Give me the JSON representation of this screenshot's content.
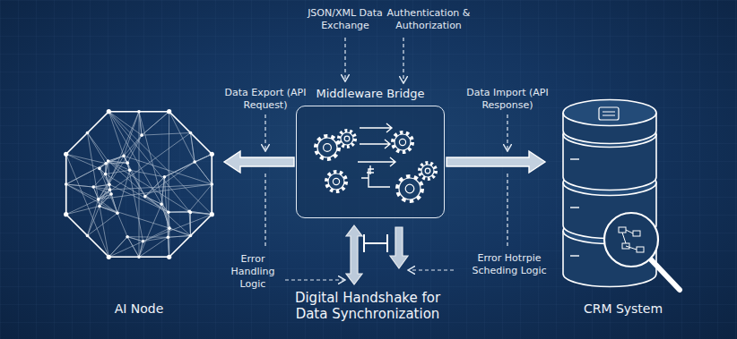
{
  "diagram": {
    "nodes": [
      {
        "text": [
          "AI Node"
        ]
      },
      {
        "text": [
          "Middleware Bridge"
        ]
      },
      {
        "text": [
          "CRM System"
        ]
      }
    ],
    "edges": [
      {
        "from": 1,
        "to": 0,
        "arrow": "to"
      },
      {
        "from": 1,
        "to": 2,
        "arrow": "to"
      }
    ],
    "labels": [
      "JSON/XML Data Exchange",
      "Authentication & Authorization",
      "Data Export (API Request)",
      "Data Import (API Response)",
      "Error Handling Logic",
      "Error Hotrpie Scheding Logic",
      "Digital Handshake for Data Synchronization"
    ]
  }
}
